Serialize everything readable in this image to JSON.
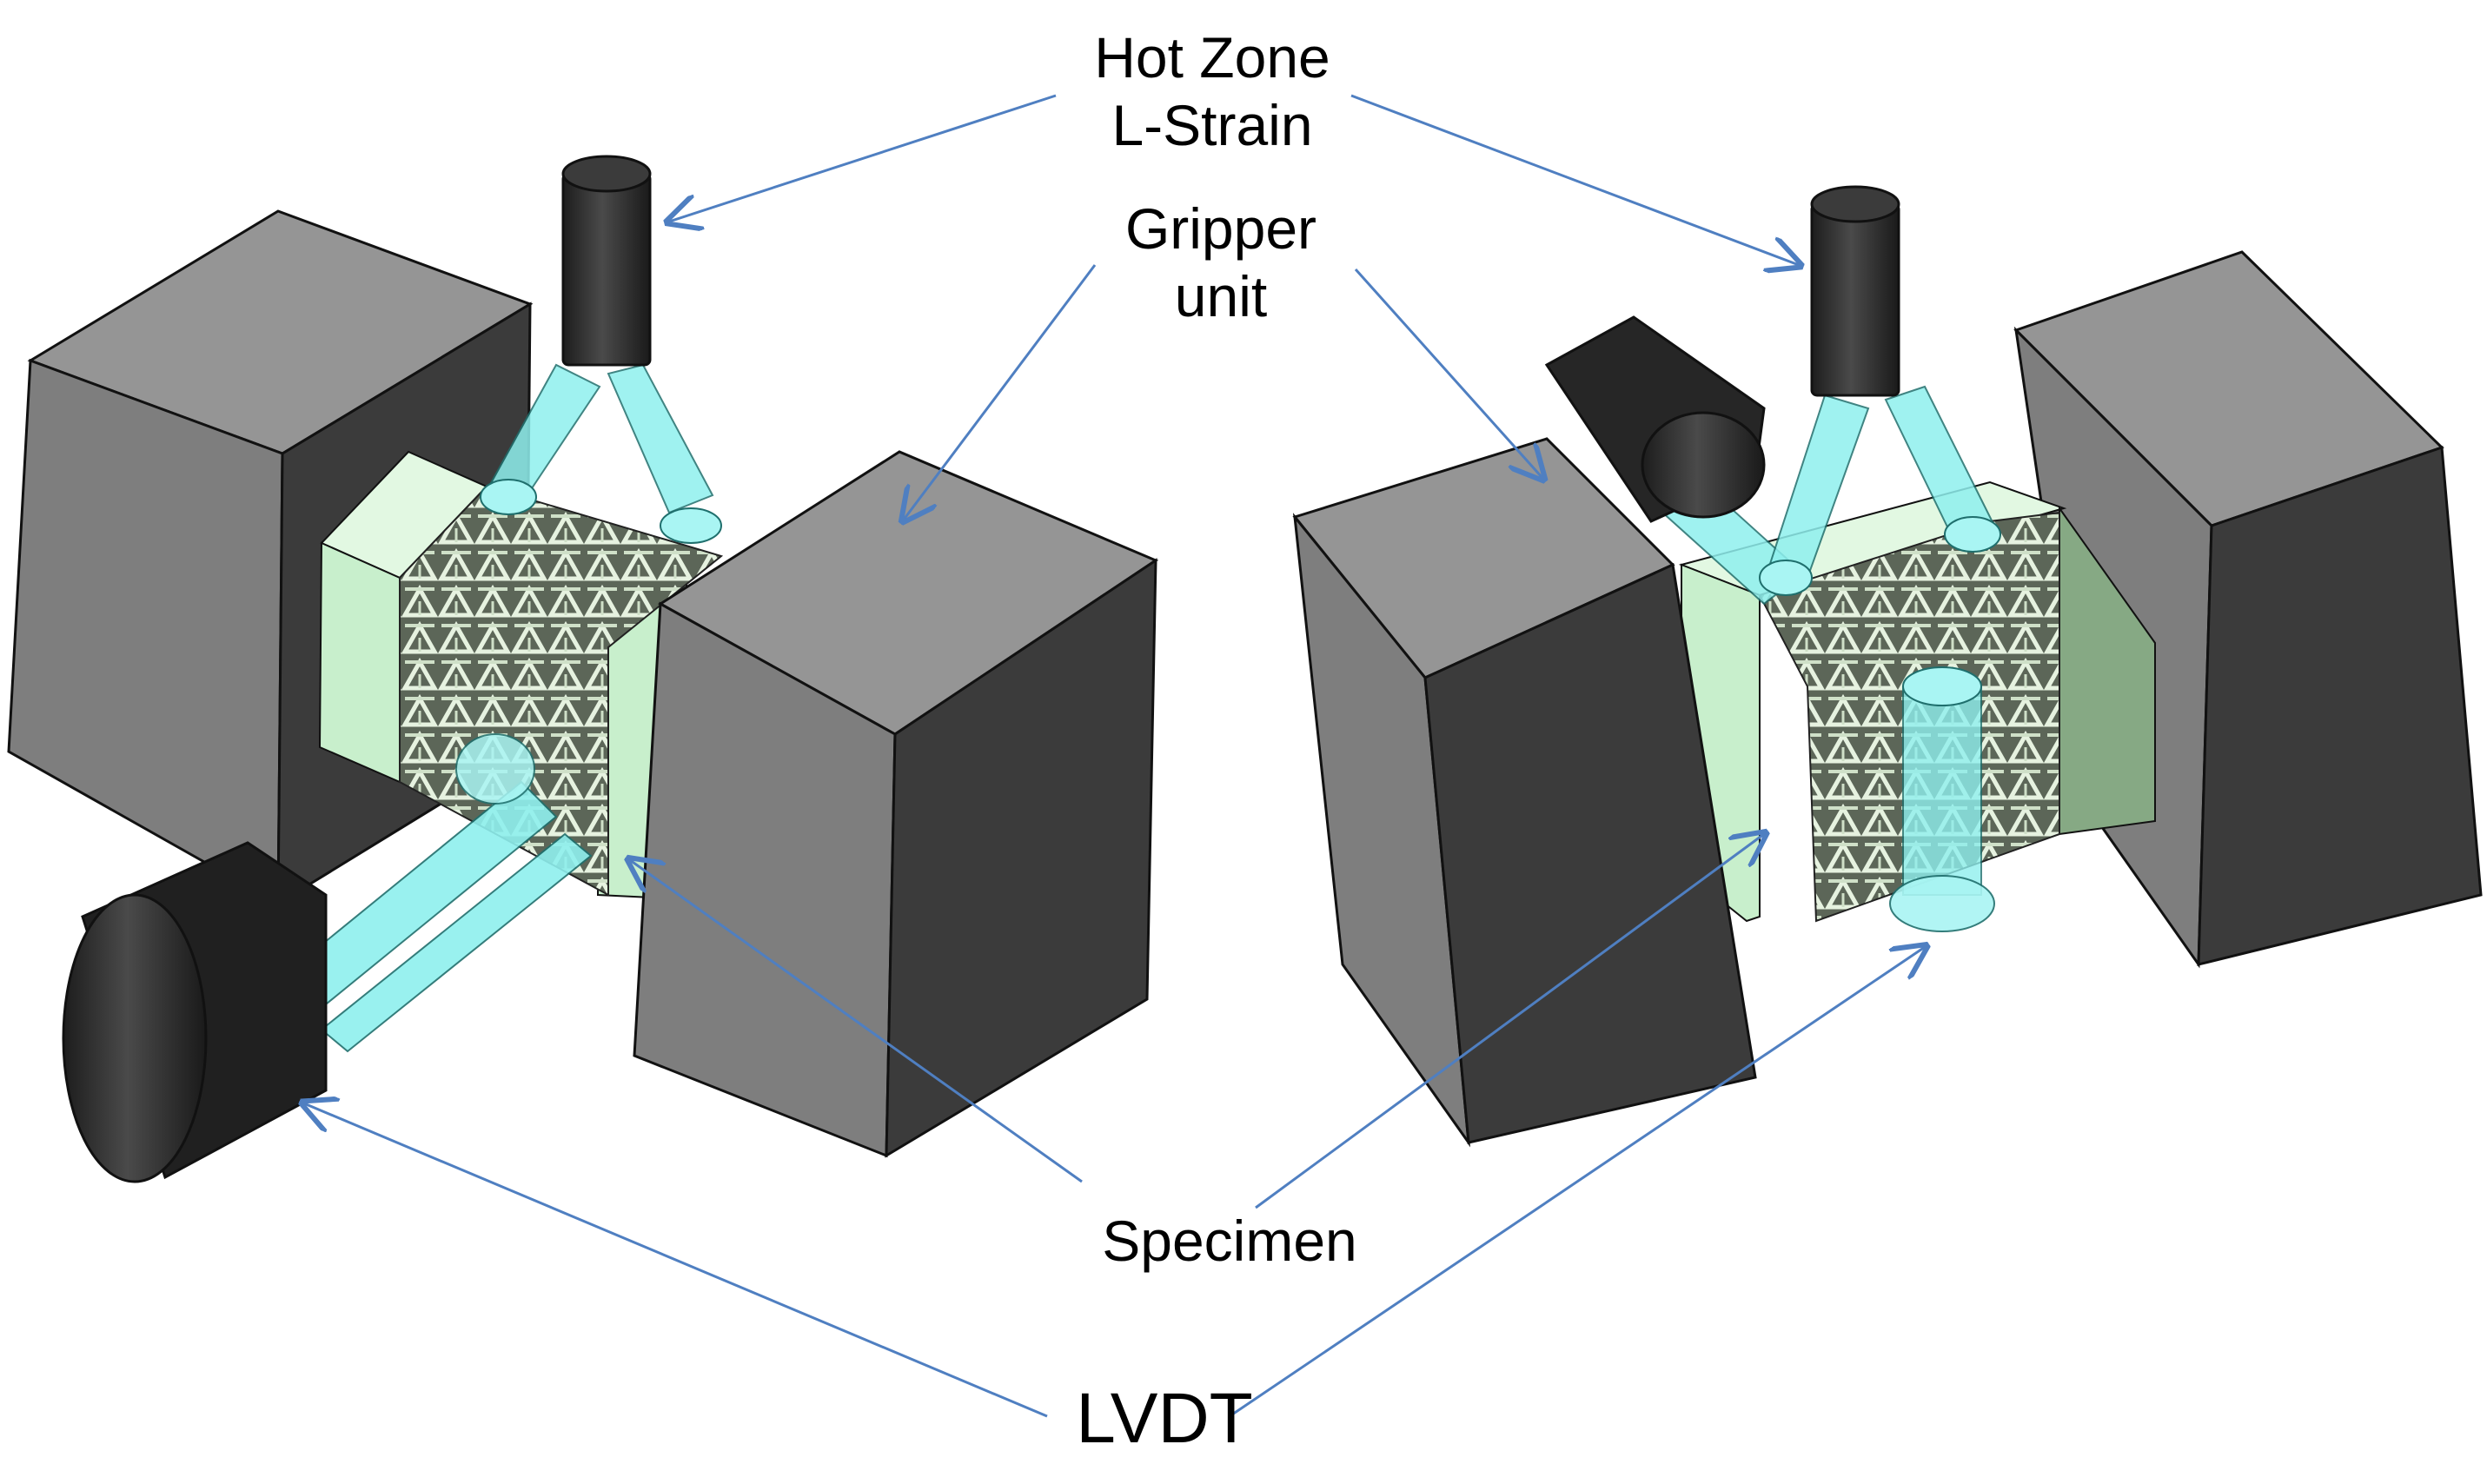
{
  "labels": {
    "hot_zone_line1": "Hot Zone",
    "hot_zone_line2": "L-Strain",
    "gripper_line1": "Gripper",
    "gripper_line2": "unit",
    "specimen": "Specimen",
    "lvdt": "LVDT"
  },
  "colors": {
    "block_top": "#959595",
    "block_front": "#7e7e7e",
    "block_side": "#3b3b3b",
    "gripper_green": "#c8efcc",
    "gripper_green_dark": "#86a984",
    "specimen": "#6f7b6a",
    "sensor_glass": "#8ff0ee",
    "sensor_body": "#2d2d2d",
    "arrow": "#4f7fc1"
  }
}
